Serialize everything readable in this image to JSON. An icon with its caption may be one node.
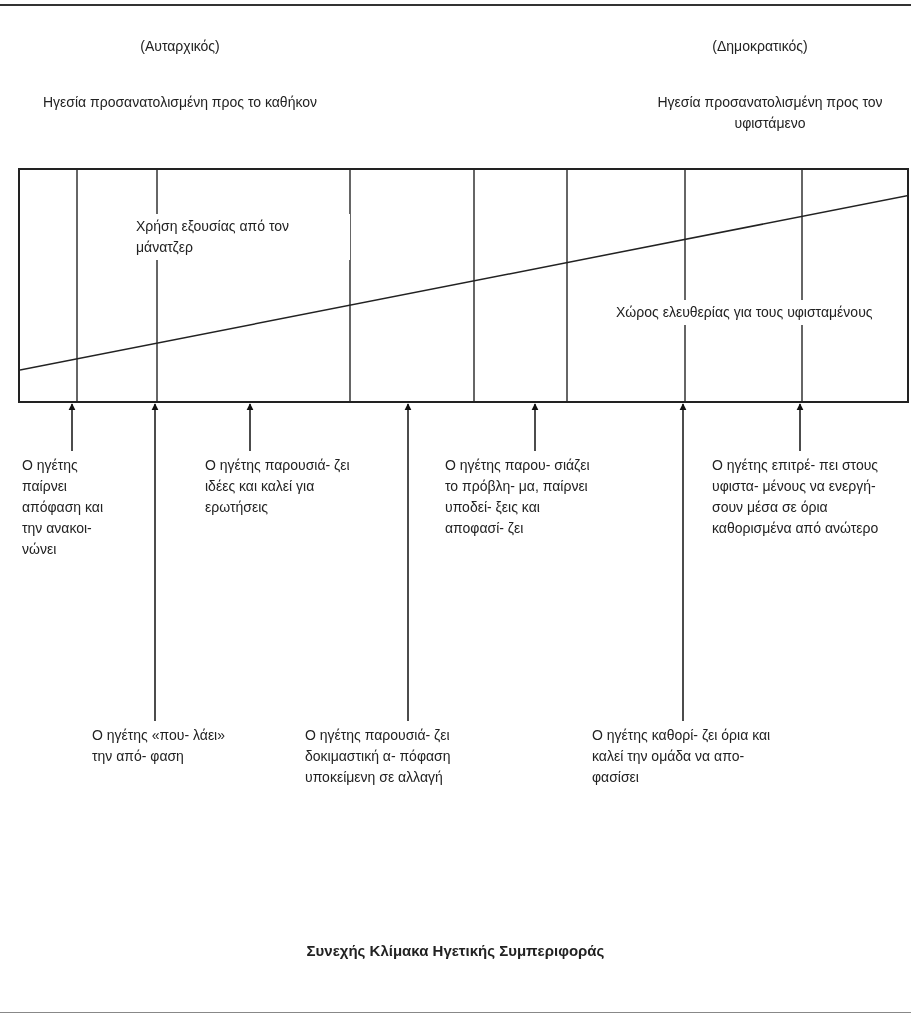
{
  "diagram": {
    "caption": "Συνεχής Κλίμακα Ηγετικής Συμπεριφοράς",
    "nodes": [
      {
        "text": [
          "Χρήση εξουσίας από τον μάνατζερ",
          "Χώρος ελευθερίας για τους υφισταμένους"
        ]
      },
      {
        "text": [
          "Ο ηγέτης παίρνει απόφαση και την ανακοι- νώνει"
        ]
      },
      {
        "text": [
          "Ο ηγέτης παρουσιά- ζει ιδέες και καλεί για ερωτήσεις"
        ]
      },
      {
        "text": [
          "Ο ηγέτης παρου- σιάζει το πρόβλη- μα, παίρνει υποδεί- ξεις και αποφασί- ζει"
        ]
      },
      {
        "text": [
          "Ο ηγέτης επιτρέ- πει στους υφιστα- μένους να ενεργή- σουν μέσα σε όρια καθορισμένα από ανώτερο"
        ]
      },
      {
        "text": [
          "Ο ηγέτης «που- λάει» την από- φαση"
        ]
      },
      {
        "text": [
          "Ο ηγέτης παρουσιά- ζει δοκιμαστική α- πόφαση υποκείμενη σε αλλαγή"
        ]
      },
      {
        "text": [
          "Ο ηγέτης καθορί- ζει όρια και καλεί την ομάδα να απο- φασίσει"
        ]
      }
    ],
    "edges": [
      {
        "from": 1,
        "to": 0,
        "arrow": "to"
      },
      {
        "from": 5,
        "to": 0,
        "arrow": "to"
      },
      {
        "from": 2,
        "to": 0,
        "arrow": "to"
      },
      {
        "from": 6,
        "to": 0,
        "arrow": "to"
      },
      {
        "from": 3,
        "to": 0,
        "arrow": "to"
      },
      {
        "from": 7,
        "to": 0,
        "arrow": "to"
      },
      {
        "from": 4,
        "to": 0,
        "arrow": "to"
      }
    ],
    "labels": [
      "(Αυταρχικός)",
      "(Δημοκρατικός)",
      "Ηγεσία προσανατολισμένη προς το καθήκον",
      "Ηγεσία προσανατολισμένη προς τον υφιστάμενο"
    ]
  }
}
